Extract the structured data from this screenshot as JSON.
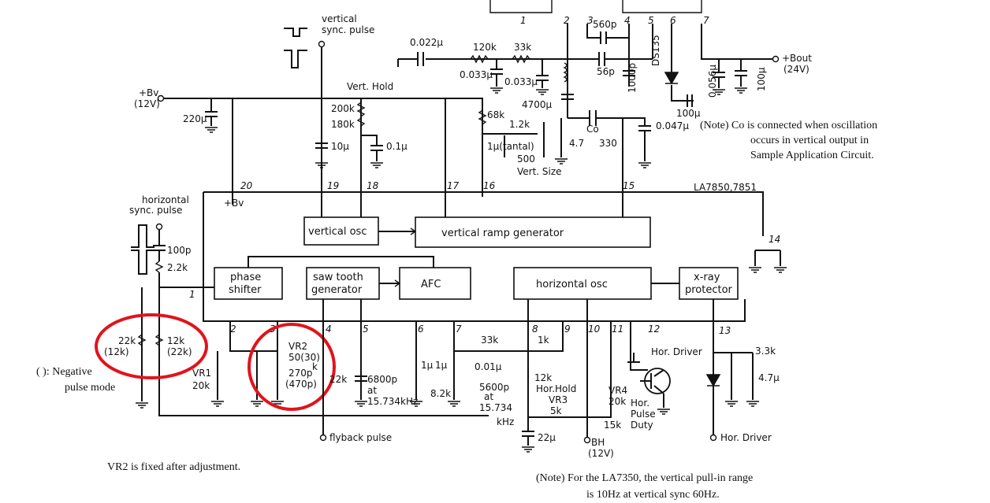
{
  "blocks": {
    "vertical_osc": "vertical osc",
    "vertical_ramp": "vertical ramp generator",
    "phase_shifter_1": "phase",
    "phase_shifter_2": "shifter",
    "saw_tooth_1": "saw tooth",
    "saw_tooth_2": "generator",
    "afc": "AFC",
    "horizontal_osc": "horizontal osc",
    "xray_1": "x-ray",
    "xray_2": "protector",
    "ic_name": "LA7850,7851"
  },
  "pins": [
    "1",
    "2",
    "3",
    "4",
    "5",
    "6",
    "7",
    "8",
    "9",
    "10",
    "11",
    "12",
    "13",
    "14",
    "15",
    "16",
    "17",
    "18",
    "19",
    "20"
  ],
  "top_pins": [
    "1",
    "2",
    "3",
    "4",
    "5",
    "6",
    "7"
  ],
  "signals": {
    "vert_sync_1": "vertical",
    "vert_sync_2": "sync. pulse",
    "hor_sync_1": "horizontal",
    "hor_sync_2": "sync. pulse",
    "bv_1": "+Bv",
    "bv_2": "(12V)",
    "bv_pin": "+Bv",
    "bout_1": "+Bout",
    "bout_2": "(24V)",
    "flyback": "flyback pulse",
    "hor_driver_out": "Hor. Driver",
    "bh_1": "BH",
    "bh_2": "(12V)"
  },
  "components": {
    "c0022": "0.022μ",
    "r120k": "120k",
    "r33k_top": "33k",
    "c0033a": "0.033μ",
    "c0033b": "0.033μ",
    "c560": "560p",
    "c56": "56p",
    "c1000": "1000p",
    "ds135": "DS135",
    "c0056": "0.056μ",
    "c100u_top": "100μ",
    "c100u_mid": "100μ",
    "c4700": "4700μ",
    "vert_hold": "Vert. Hold",
    "r200k": "200k",
    "r180k": "180k",
    "c220": "220μ",
    "c10u": "10μ",
    "c01u": "0.1μ",
    "r68k": "68k",
    "r12k_v": "1.2k",
    "c1u_tantal": "1μ(tantal)",
    "r47": "4.7",
    "co": "Co",
    "r330": "330",
    "c0047": "0.047μ",
    "r500": "500",
    "vert_size": "Vert. Size",
    "c100p": "100p",
    "r22k_sync": "2.2k",
    "r22k_a1": "22k",
    "r22k_a2": "(12k)",
    "r12k_b1": "12k",
    "r12k_b2": "(22k)",
    "vr1": "VR1",
    "vr1_val": "20k",
    "vr2": "VR2",
    "vr2_val": "50(30)",
    "vr2_k": "k",
    "c270": "270p",
    "c470": "(470p)",
    "r22k_sg": "22k",
    "c6800": "6800p",
    "c6800_at": "at",
    "c6800_f": "15.734kHz",
    "c1u_a": "1μ",
    "c1u_b": "1μ",
    "r82k": "8.2k",
    "r33k_afc": "33k",
    "c001": "0.01μ",
    "c5600": "5600p",
    "c5600_at": "at",
    "c5600_f": "15.734",
    "c5600_u": "kHz",
    "r1k": "1k",
    "r12k_h": "12k",
    "hor_hold": "Hor.Hold",
    "vr3": "VR3",
    "vr3_val": "5k",
    "c22u": "22μ",
    "vr4": "VR4",
    "vr4_val": "20k",
    "r15k": "15k",
    "hor_driver": "Hor. Driver",
    "hor_pulse_1": "Hor.",
    "hor_pulse_2": "Pulse",
    "hor_pulse_3": "Duty",
    "r33k_x": "3.3k",
    "c47u": "4.7μ"
  },
  "notes": {
    "co_note_1": "(Note) Co is connected when oscillation",
    "co_note_2": "occurs in vertical output in",
    "co_note_3": "Sample Application Circuit.",
    "neg_1": "( ): Negative",
    "neg_2": "pulse mode",
    "vr2_fixed": "VR2 is fixed after adjustment.",
    "la7350_1": "(Note) For the LA7350, the vertical pull-in range",
    "la7350_2": "is 10Hz at vertical sync 60Hz."
  },
  "colors": {
    "highlight": "#e0141c",
    "ink": "#111111"
  }
}
